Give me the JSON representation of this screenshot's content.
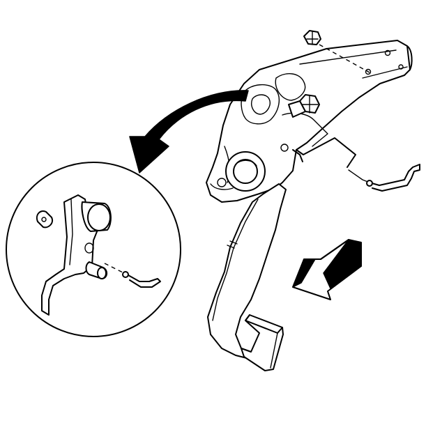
{
  "diagram": {
    "components": [
      "mounting-nut-top",
      "pedal-bracket",
      "pedal-arm",
      "pedal-pad",
      "switch-nut",
      "cable-linkage",
      "detail-view-circle",
      "curved-callout-arrow",
      "direction-arrow"
    ]
  }
}
